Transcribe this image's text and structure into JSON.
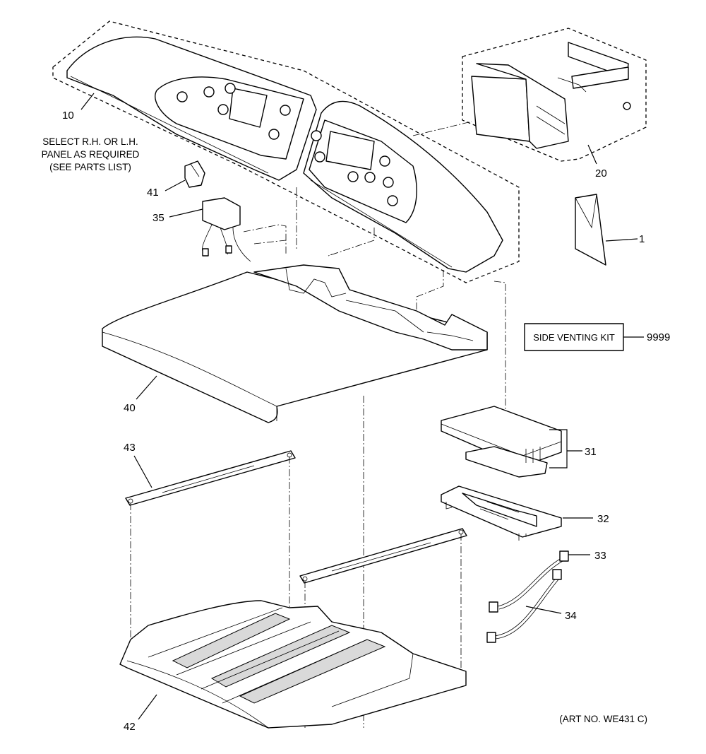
{
  "callouts": {
    "c10": "10",
    "c20": "20",
    "c41": "41",
    "c35": "35",
    "c1": "1",
    "c9999": "9999",
    "c40": "40",
    "c31": "31",
    "c43": "43",
    "c32": "32",
    "c33": "33",
    "c34": "34",
    "c42": "42"
  },
  "note": {
    "line1": "SELECT R.H. OR L.H.",
    "line2": "PANEL AS REQUIRED",
    "line3": "(SEE PARTS LIST)"
  },
  "kit_box": "SIDE VENTING KIT",
  "art_number": "(ART NO. WE431 C)"
}
